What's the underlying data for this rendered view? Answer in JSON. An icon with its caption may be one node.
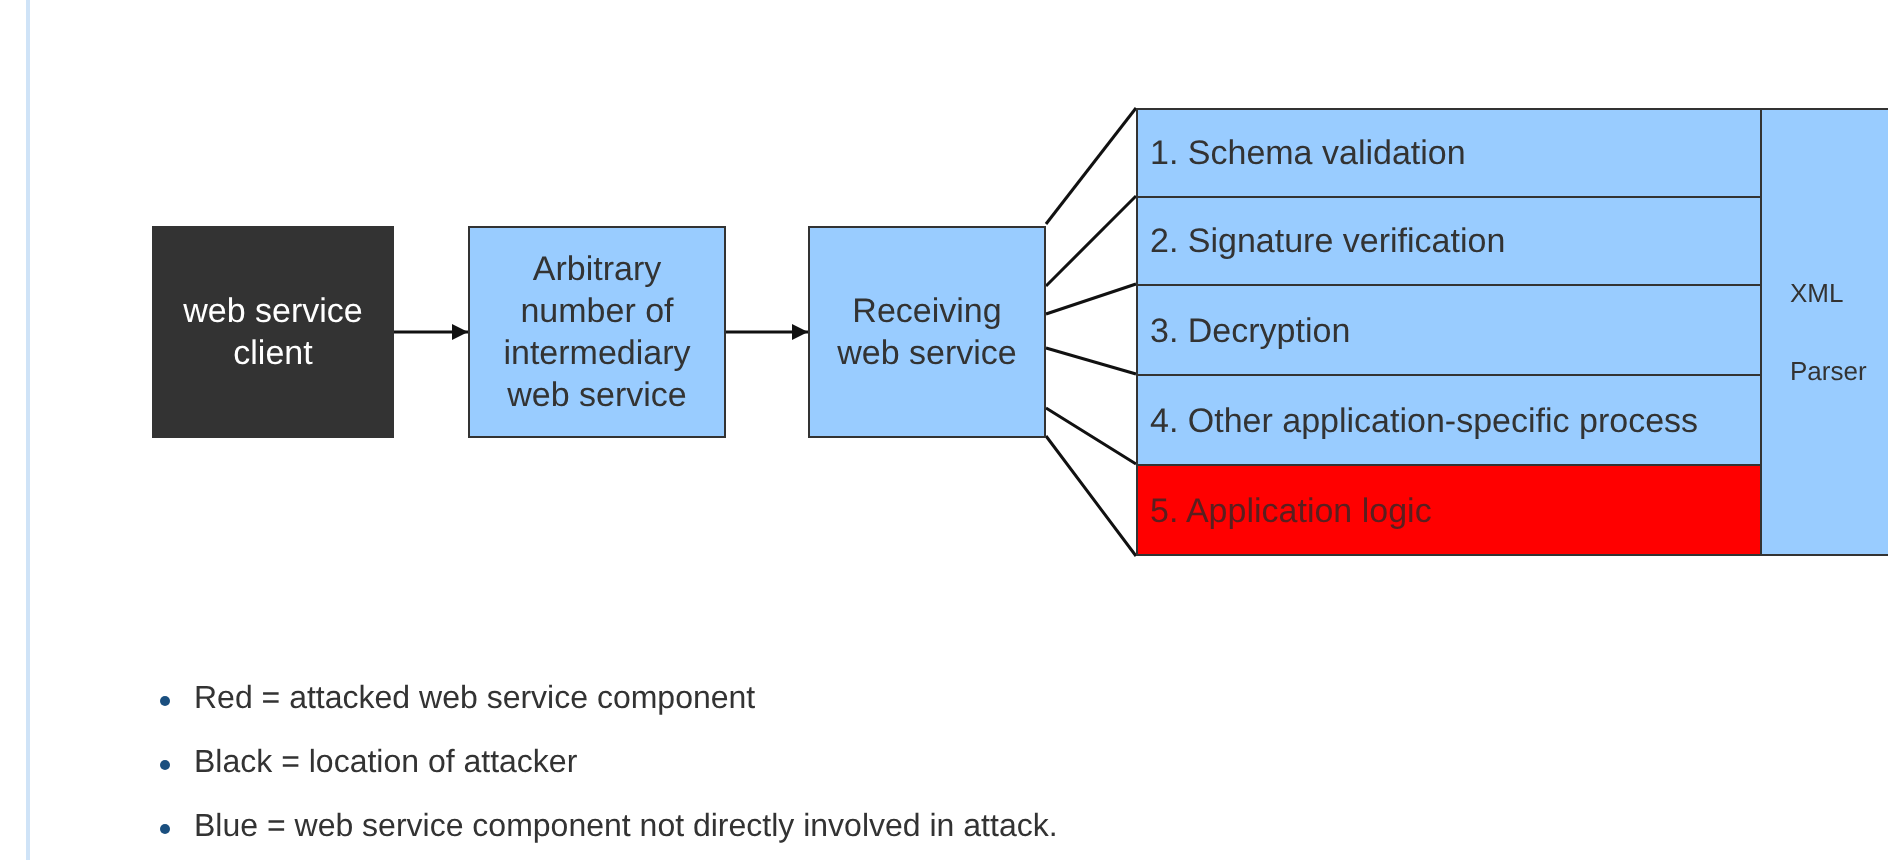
{
  "diagram": {
    "nodes": [
      {
        "text": [
          "web service client"
        ]
      },
      {
        "text": [
          "Arbitrary number of intermediary web service"
        ]
      },
      {
        "text": [
          "Receiving web service"
        ]
      },
      {
        "text": [
          "1. Schema validation"
        ]
      },
      {
        "text": [
          "2. Signature verification"
        ]
      },
      {
        "text": [
          "3. Decryption"
        ]
      },
      {
        "text": [
          "4. Other application-specific process"
        ]
      },
      {
        "text": [
          "5. Application logic"
        ]
      },
      {
        "text": [
          "XML",
          "Parser"
        ]
      }
    ],
    "edges": [
      {
        "from": 0,
        "to": 1,
        "arrow": "to"
      },
      {
        "from": 1,
        "to": 2,
        "arrow": "to"
      },
      {
        "from": 2,
        "to": 3,
        "arrow": "none"
      },
      {
        "from": 2,
        "to": 4,
        "arrow": "none"
      },
      {
        "from": 2,
        "to": 5,
        "arrow": "none"
      },
      {
        "from": 2,
        "to": 6,
        "arrow": "none"
      },
      {
        "from": 2,
        "to": 7,
        "arrow": "none"
      }
    ],
    "labels": [
      "Red = attacked web service component",
      "Black = location of attacker",
      "Blue = web service component not directly involved in attack."
    ]
  }
}
